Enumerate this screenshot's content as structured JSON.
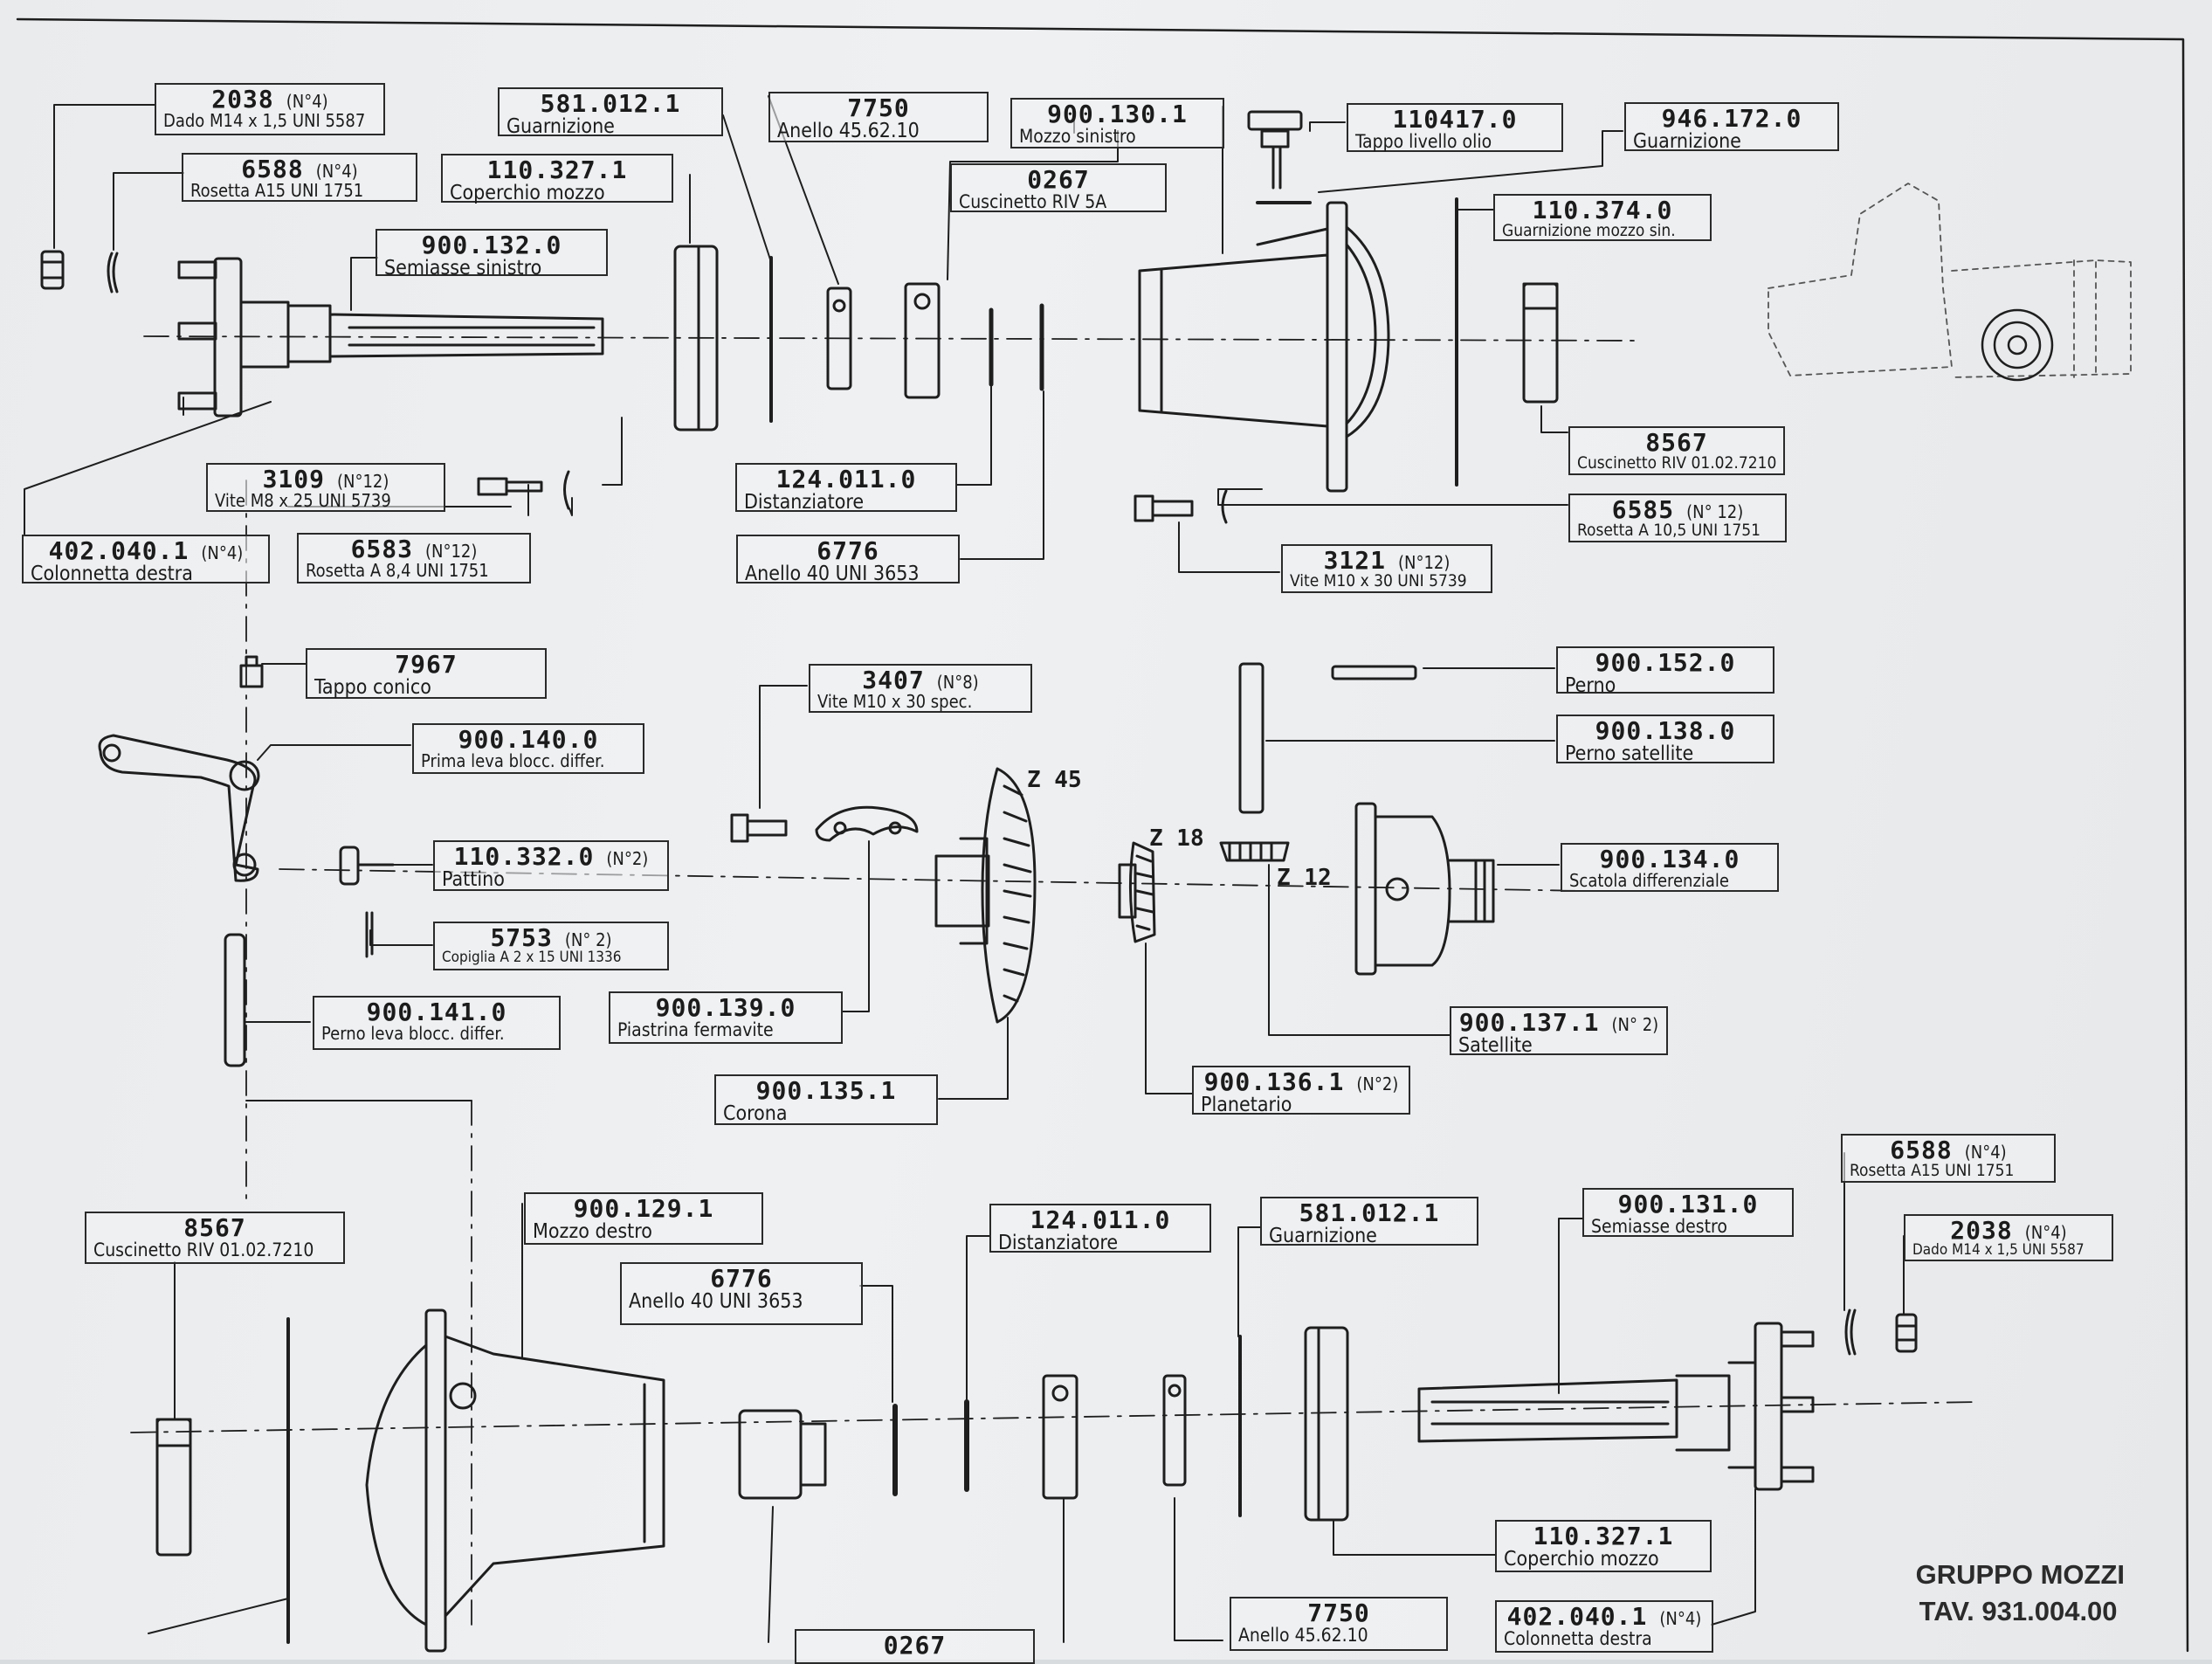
{
  "title": {
    "group": "GRUPPO MOZZI",
    "table": "TAV. 931.004.00"
  },
  "tags": {
    "z45": "Z 45",
    "z18": "Z 18",
    "z12": "Z 12"
  },
  "parts": [
    {
      "id": "p1",
      "code": "2038",
      "qty": "(N°4)",
      "desc": "Dado M14 x 1,5 UNI 5587"
    },
    {
      "id": "p2",
      "code": "6588",
      "qty": "(N°4)",
      "desc": "Rosetta A15 UNI 1751"
    },
    {
      "id": "p3",
      "code": "581.012.1",
      "qty": "",
      "desc": "Guarnizione"
    },
    {
      "id": "p4",
      "code": "110.327.1",
      "qty": "",
      "desc": "Coperchio mozzo"
    },
    {
      "id": "p5",
      "code": "900.132.0",
      "qty": "",
      "desc": "Semiasse sinistro"
    },
    {
      "id": "p6",
      "code": "7750",
      "qty": "",
      "desc": "Anello 45.62.10"
    },
    {
      "id": "p7",
      "code": "900.130.1",
      "qty": "",
      "desc": "Mozzo sinistro"
    },
    {
      "id": "p8",
      "code": "0267",
      "qty": "",
      "desc": "Cuscinetto RIV 5A"
    },
    {
      "id": "p9",
      "code": "110417.0",
      "qty": "",
      "desc": "Tappo livello olio"
    },
    {
      "id": "p10",
      "code": "946.172.0",
      "qty": "",
      "desc": "Guarnizione"
    },
    {
      "id": "p11",
      "code": "110.374.0",
      "qty": "",
      "desc": "Guarnizione mozzo sin."
    },
    {
      "id": "p12",
      "code": "3109",
      "qty": "(N°12)",
      "desc": "Vite M8 x 25 UNI 5739"
    },
    {
      "id": "p13",
      "code": "124.011.0",
      "qty": "",
      "desc": "Distanziatore"
    },
    {
      "id": "p14",
      "code": "8567",
      "qty": "",
      "desc": "Cuscinetto RIV 01.02.7210"
    },
    {
      "id": "p15",
      "code": "6585",
      "qty": "(N° 12)",
      "desc": "Rosetta A 10,5 UNI 1751"
    },
    {
      "id": "p16",
      "code": "402.040.1",
      "qty": "(N°4)",
      "desc": "Colonnetta destra"
    },
    {
      "id": "p17",
      "code": "6583",
      "qty": "(N°12)",
      "desc": "Rosetta A 8,4 UNI 1751"
    },
    {
      "id": "p18",
      "code": "6776",
      "qty": "",
      "desc": "Anello 40 UNI 3653"
    },
    {
      "id": "p19",
      "code": "3121",
      "qty": "(N°12)",
      "desc": "Vite M10 x 30 UNI 5739"
    },
    {
      "id": "p20",
      "code": "7967",
      "qty": "",
      "desc": "Tappo conico"
    },
    {
      "id": "p21",
      "code": "3407",
      "qty": "(N°8)",
      "desc": "Vite M10 x 30 spec."
    },
    {
      "id": "p22",
      "code": "900.152.0",
      "qty": "",
      "desc": "Perno"
    },
    {
      "id": "p23",
      "code": "900.140.0",
      "qty": "",
      "desc": "Prima leva blocc. differ."
    },
    {
      "id": "p24",
      "code": "900.138.0",
      "qty": "",
      "desc": "Perno satellite"
    },
    {
      "id": "p25",
      "code": "110.332.0",
      "qty": "(N°2)",
      "desc": "Pattino"
    },
    {
      "id": "p26",
      "code": "900.134.0",
      "qty": "",
      "desc": "Scatola differenziale"
    },
    {
      "id": "p27",
      "code": "5753",
      "qty": "(N° 2)",
      "desc": "Copiglia A 2 x 15 UNI 1336"
    },
    {
      "id": "p28",
      "code": "900.141.0",
      "qty": "",
      "desc": "Perno leva blocc. differ."
    },
    {
      "id": "p29",
      "code": "900.139.0",
      "qty": "",
      "desc": "Piastrina fermavite"
    },
    {
      "id": "p30",
      "code": "900.137.1",
      "qty": "(N° 2)",
      "desc": "Satellite"
    },
    {
      "id": "p31",
      "code": "900.135.1",
      "qty": "",
      "desc": "Corona"
    },
    {
      "id": "p32",
      "code": "900.136.1",
      "qty": "(N°2)",
      "desc": "Planetario"
    },
    {
      "id": "p33",
      "code": "6588",
      "qty": "(N°4)",
      "desc": "Rosetta A15 UNI 1751"
    },
    {
      "id": "p34",
      "code": "8567",
      "qty": "",
      "desc": "Cuscinetto RIV 01.02.7210"
    },
    {
      "id": "p35",
      "code": "900.129.1",
      "qty": "",
      "desc": "Mozzo destro"
    },
    {
      "id": "p36",
      "code": "124.011.0",
      "qty": "",
      "desc": "Distanziatore"
    },
    {
      "id": "p37",
      "code": "581.012.1",
      "qty": "",
      "desc": "Guarnizione"
    },
    {
      "id": "p38",
      "code": "900.131.0",
      "qty": "",
      "desc": "Semiasse destro"
    },
    {
      "id": "p39",
      "code": "2038",
      "qty": "(N°4)",
      "desc": "Dado M14 x 1,5 UNI 5587"
    },
    {
      "id": "p40",
      "code": "6776",
      "qty": "",
      "desc": "Anello 40 UNI 3653"
    },
    {
      "id": "p41",
      "code": "110.327.1",
      "qty": "",
      "desc": "Coperchio mozzo"
    },
    {
      "id": "p42",
      "code": "7750",
      "qty": "",
      "desc": "Anello 45.62.10"
    },
    {
      "id": "p43",
      "code": "402.040.1",
      "qty": "(N°4)",
      "desc": "Colonnetta destra"
    },
    {
      "id": "p44",
      "code": "0267",
      "qty": "",
      "desc": ""
    }
  ],
  "colors": {
    "ink": "#1b1b1b",
    "paper": "#eceef0"
  }
}
